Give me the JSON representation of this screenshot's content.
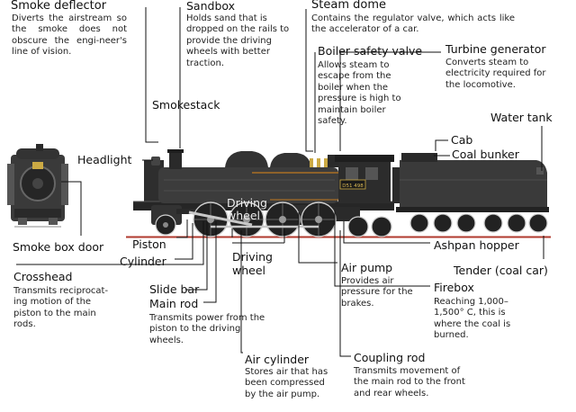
{
  "labels": {
    "smoke_deflector": {
      "title": "Smoke deflector",
      "desc": "Diverts the airstream so the smoke does not obscure the engi-neer's line of vision."
    },
    "sandbox": {
      "title": "Sandbox",
      "desc": "Holds sand that is dropped on the rails to provide the driving wheels with better traction."
    },
    "steam_dome": {
      "title": "Steam dome",
      "desc": "Contains the regulator valve, which acts like the accelerator of a car."
    },
    "boiler_safety_valve": {
      "title": "Boiler safety valve",
      "desc": "Allows steam to escape from the boiler when the pressure is high to maintain boiler safety."
    },
    "turbine_generator": {
      "title": "Turbine generator",
      "desc": "Converts steam to electricity required for the locomotive."
    },
    "smokestack": {
      "title": "Smokestack"
    },
    "water_tank": {
      "title": "Water tank"
    },
    "headlight": {
      "title": "Headlight"
    },
    "cab": {
      "title": "Cab"
    },
    "coal_bunker": {
      "title": "Coal bunker"
    },
    "smoke_box_door": {
      "title": "Smoke box door"
    },
    "piston": {
      "title": "Piston"
    },
    "cylinder": {
      "title": "Cylinder"
    },
    "driving_wheel": {
      "title": "Driving wheel"
    },
    "ashpan_hopper": {
      "title": "Ashpan hopper"
    },
    "tender": {
      "title": "Tender (coal car)"
    },
    "crosshead": {
      "title": "Crosshead",
      "desc": "Transmits reciprocat-ing motion of the piston to the main rods."
    },
    "slide_bar": {
      "title": "Slide bar"
    },
    "main_rod": {
      "title": "Main rod",
      "desc": "Transmits power from the piston to the driving wheels."
    },
    "air_pump": {
      "title": "Air pump",
      "desc": "Provides air pressure for the brakes."
    },
    "firebox": {
      "title": "Firebox",
      "desc": "Reaching 1,000–1,500° C, this is where the coal is burned."
    },
    "air_cylinder": {
      "title": "Air cylinder",
      "desc": "Stores air that has been compressed by the air pump."
    },
    "coupling_rod": {
      "title": "Coupling rod",
      "desc": "Transmits movement of the main rod to the front and rear wheels."
    }
  },
  "plate_number": "D51 498",
  "colors": {
    "body": "#3c3c3c",
    "dark": "#252525",
    "wheel": "#d0d0d0",
    "rail": "#b03a2e",
    "leader": "#111111",
    "accent": "#c07820"
  }
}
